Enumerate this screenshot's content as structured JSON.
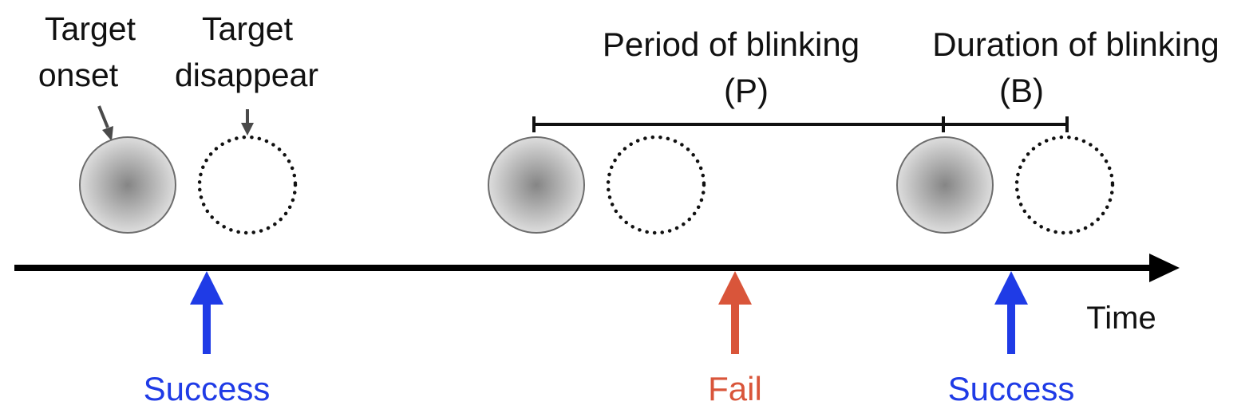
{
  "labels": {
    "target_onset_line1": "Target",
    "target_onset_line2": "onset",
    "target_disappear_line1": "Target",
    "target_disappear_line2": "disappear",
    "period_line1": "Period of blinking",
    "period_line2": "(P)",
    "duration_line1": "Duration of blinking",
    "duration_line2": "(B)",
    "time": "Time"
  },
  "outcomes": [
    {
      "label": "Success",
      "color": "#1f3be6"
    },
    {
      "label": "Fail",
      "color": "#d9553a"
    },
    {
      "label": "Success",
      "color": "#1f3be6"
    }
  ],
  "colors": {
    "timeline": "#000000",
    "text": "#111111",
    "pointer_arrow": "#4a4a4a",
    "target_fill_center": "#858585",
    "target_fill_edge": "#dddddd",
    "target_outline": "#6d6d6d",
    "bracket": "#111111",
    "success": "#1f3be6",
    "fail": "#d9553a"
  }
}
